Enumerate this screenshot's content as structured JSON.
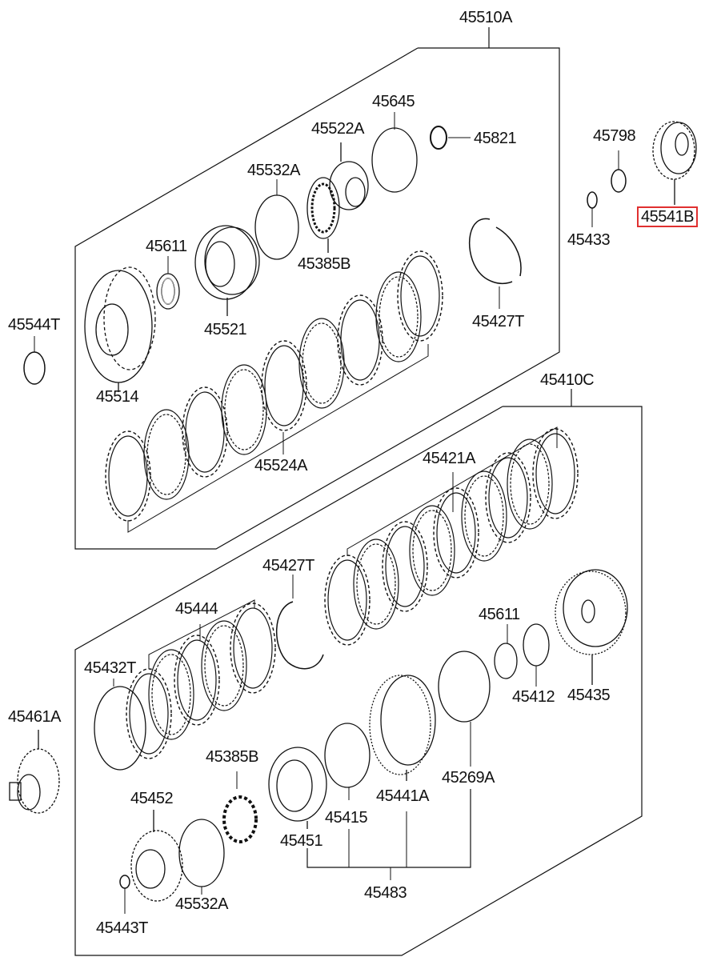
{
  "diagram": {
    "title": "Automatic Transmission Clutch Assembly - Exploded Parts Diagram",
    "highlight_color": "#e03030",
    "highlighted_part": "45541B",
    "groups": [
      {
        "id": "45510A",
        "label": "45510A"
      },
      {
        "id": "45410C",
        "label": "45410C"
      },
      {
        "id": "45483",
        "label": "45483"
      }
    ],
    "labels": {
      "p45510A": "45510A",
      "p45645": "45645",
      "p45821": "45821",
      "p45522A": "45522A",
      "p45532A_top": "45532A",
      "p45385B_top": "45385B",
      "p45611_top": "45611",
      "p45521": "45521",
      "p45544T": "45544T",
      "p45514": "45514",
      "p45427T_top": "45427T",
      "p45524A": "45524A",
      "p45798": "45798",
      "p45433": "45433",
      "p45541B": "45541B",
      "p45410C": "45410C",
      "p45421A": "45421A",
      "p45427T_mid": "45427T",
      "p45444": "45444",
      "p45432T": "45432T",
      "p45461A": "45461A",
      "p45611_low": "45611",
      "p45412": "45412",
      "p45435": "45435",
      "p45385B_low": "45385B",
      "p45452": "45452",
      "p45415": "45415",
      "p45441A": "45441A",
      "p45269A": "45269A",
      "p45451": "45451",
      "p45532A_low": "45532A",
      "p45483": "45483",
      "p45443T": "45443T"
    }
  }
}
